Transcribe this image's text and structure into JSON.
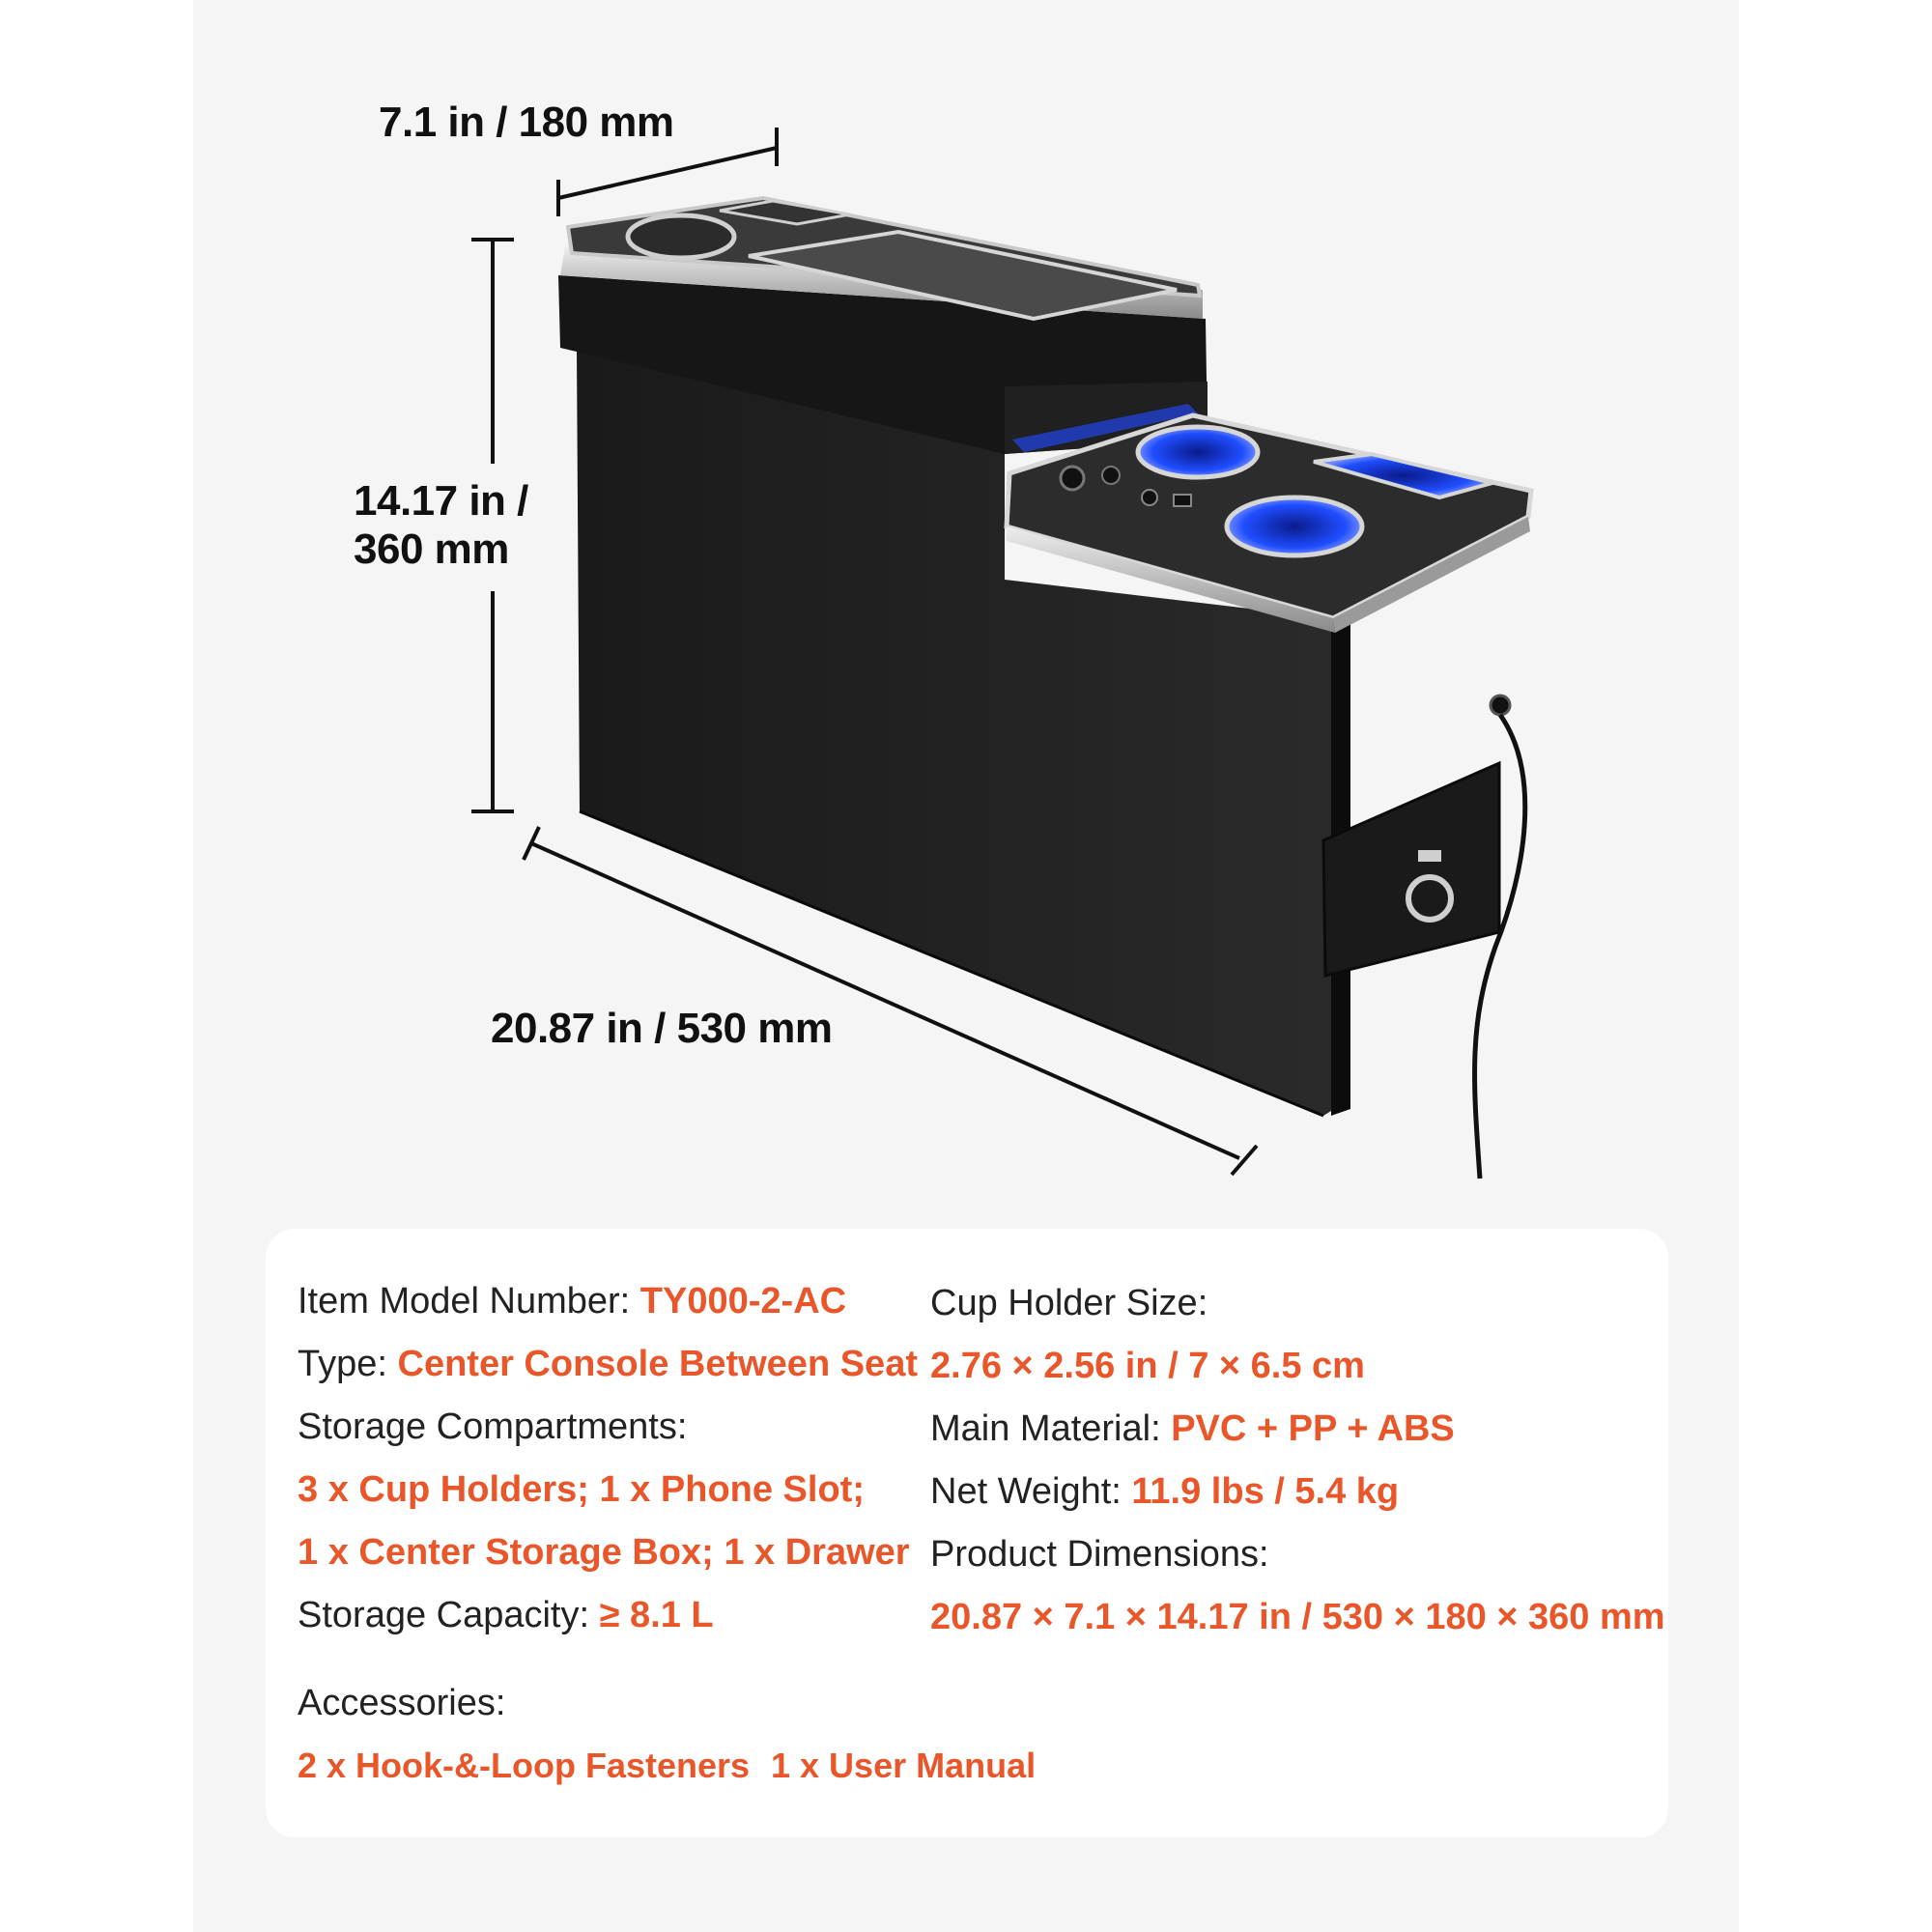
{
  "dimensions": {
    "width": "7.1 in / 180 mm",
    "height_line1": "14.17 in /",
    "height_line2": "360 mm",
    "length": "20.87 in / 530 mm"
  },
  "specs": {
    "model_label": "Item Model Number: ",
    "model_value": "TY000-2-AC",
    "type_label": "Type: ",
    "type_value": "Center Console Between Seat",
    "storage_label": "Storage Compartments:",
    "storage_value_1": "3 x Cup Holders; 1 x Phone Slot;",
    "storage_value_2": "1 x Center Storage Box; 1 x Drawer",
    "capacity_label": "Storage Capacity: ",
    "capacity_value": "≥ 8.1 L",
    "cup_label": "Cup Holder Size:",
    "cup_value": "2.76 × 2.56 in / 7 × 6.5 cm",
    "material_label": "Main Material: ",
    "material_value": "PVC + PP + ABS",
    "weight_label": "Net Weight: ",
    "weight_value": "11.9 lbs / 5.4 kg",
    "dimensions_label": "Product Dimensions:",
    "dimensions_value": "20.87 × 7.1 × 14.17 in / 530 × 180 × 360 mm",
    "accessories_label": "Accessories:",
    "accessory_1": "2 x Hook-&-Loop Fasteners",
    "accessory_2": "1 x User Manual"
  },
  "colors": {
    "accent": "#e8562a",
    "text": "#222222",
    "background": "#f5f5f5",
    "card": "#ffffff",
    "led_blue": "#1f4dff"
  }
}
